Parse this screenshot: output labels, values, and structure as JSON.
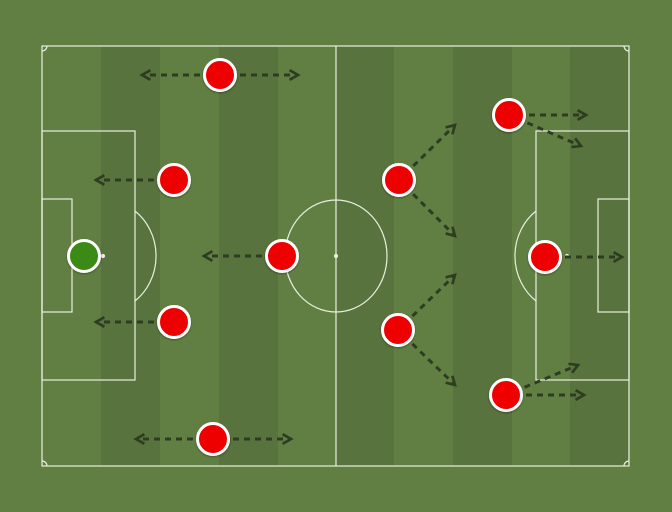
{
  "colors": {
    "grass_light": "#627f43",
    "grass_dark": "#58733d",
    "lines": "#e8efe0",
    "arrow": "#2e3d22",
    "goalkeeper": "#3a8a16",
    "outfield": "#ee0000",
    "player_border": "#ffffff"
  },
  "formation": {
    "goalkeeper_count": 1,
    "outfield_count": 10
  },
  "players": [
    {
      "id": "gk",
      "role": "goalkeeper",
      "movement": "none"
    },
    {
      "id": "p1",
      "role": "outfield",
      "movement": "left-right"
    },
    {
      "id": "p2",
      "role": "outfield",
      "movement": "left"
    },
    {
      "id": "p3",
      "role": "outfield",
      "movement": "left"
    },
    {
      "id": "p4",
      "role": "outfield",
      "movement": "left-right"
    },
    {
      "id": "p5",
      "role": "outfield",
      "movement": "left"
    },
    {
      "id": "p6",
      "role": "outfield",
      "movement": "diagonal-up-down"
    },
    {
      "id": "p7",
      "role": "outfield",
      "movement": "diagonal-up-down"
    },
    {
      "id": "p8",
      "role": "outfield",
      "movement": "right-and-diagonal"
    },
    {
      "id": "p9",
      "role": "outfield",
      "movement": "right"
    },
    {
      "id": "p10",
      "role": "outfield",
      "movement": "right-and-diagonal"
    }
  ]
}
